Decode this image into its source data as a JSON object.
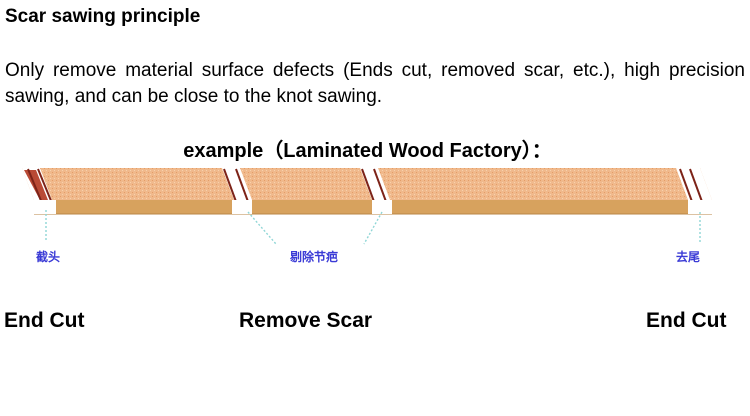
{
  "heading": "Scar sawing principle",
  "description": "Only remove material surface defects (Ends cut, removed scar, etc.), high precision sawing, and can be close to the knot sawing.",
  "example_title": "example（Laminated Wood Factory）：",
  "diagram": {
    "cn_labels": {
      "left": "截头",
      "middle": "剔除节疤",
      "right": "去尾"
    },
    "colors": {
      "board_top": "#f0b98c",
      "board_front": "#d7a25e",
      "cut": "#8c2a1f",
      "leader": "#8fd6d6",
      "cn_label": "#3b3bd6"
    }
  },
  "labels": {
    "left": "End Cut",
    "middle": "Remove Scar",
    "right": "End Cut"
  }
}
